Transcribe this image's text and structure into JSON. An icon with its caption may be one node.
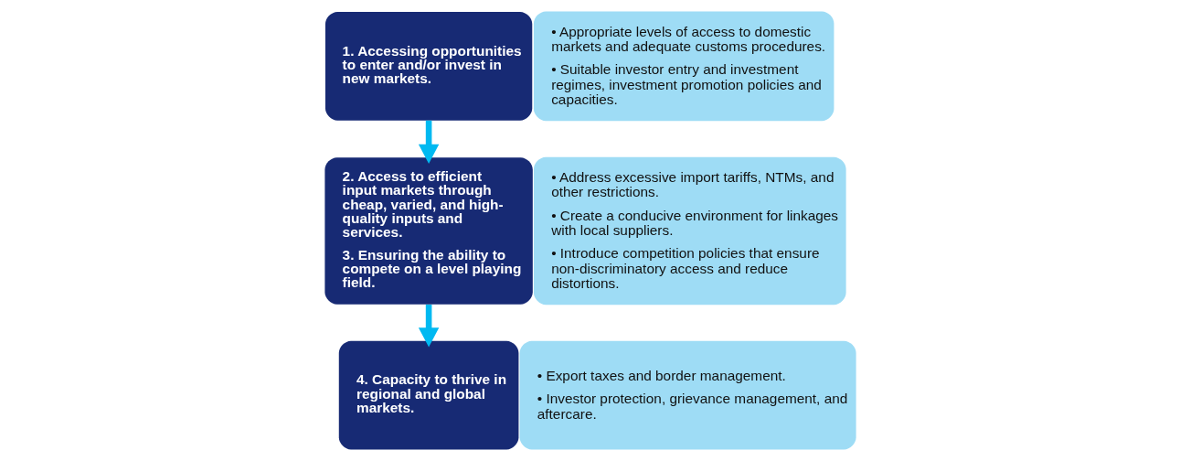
{
  "diagram": {
    "nodes": [
      {
        "text": [
          "1. Accessing opportunities to enter and/or invest in new markets."
        ]
      },
      {
        "text": [
          "• Appropriate levels of access to domestic markets and adequate customs procedures.",
          "• Suitable investor entry and investment regimes, investment promotion policies and capacities."
        ]
      },
      {
        "text": [
          "2. Access to efficient input markets through cheap, varied, and high-quality inputs and services.",
          "3. Ensuring the ability to compete on a level playing field."
        ]
      },
      {
        "text": [
          "• Address excessive import tariffs, NTMs, and other restrictions.",
          "• Create a conducive environment for linkages with local suppliers.",
          "• Introduce competition policies that ensure non-discriminatory access and reduce distortions."
        ]
      },
      {
        "text": [
          "4. Capacity to thrive in regional and global markets."
        ]
      },
      {
        "text": [
          "• Export taxes and border management.",
          "• Investor protection, grievance management, and aftercare."
        ]
      }
    ],
    "edges": [
      {
        "from": 0,
        "to": 2,
        "arrow": "to"
      },
      {
        "from": 2,
        "to": 4,
        "arrow": "to"
      }
    ]
  }
}
